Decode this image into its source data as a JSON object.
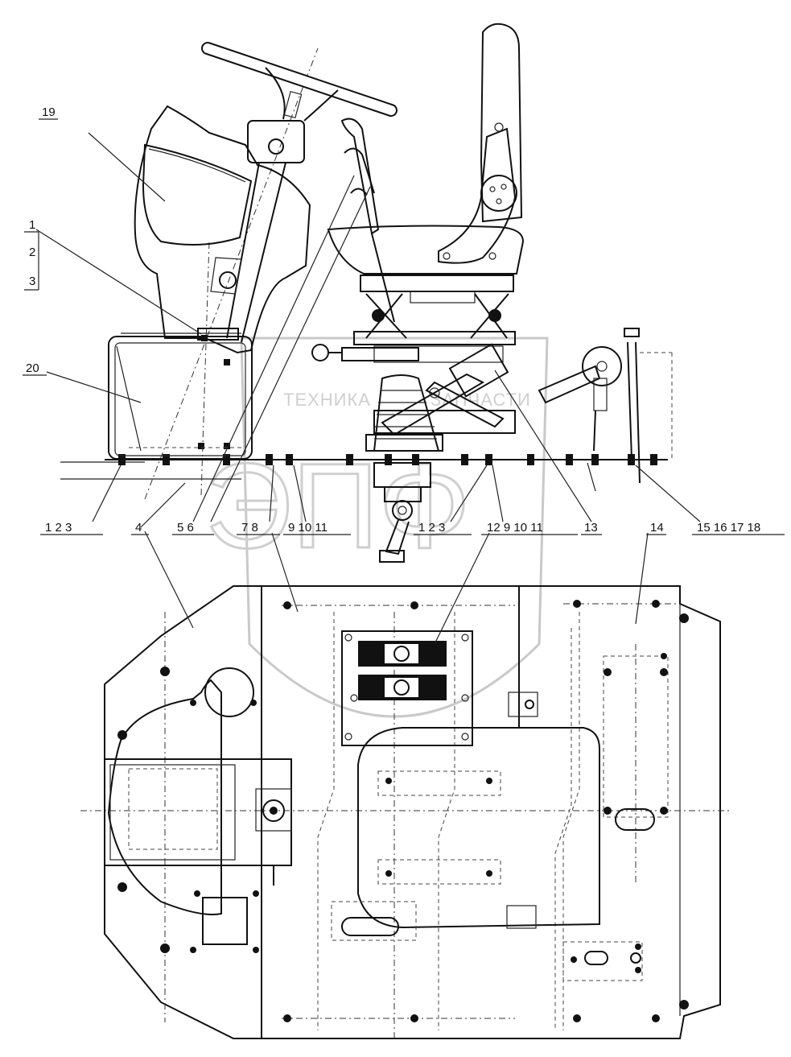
{
  "watermark": {
    "line1_left": "ТЕХНИКА",
    "line1_right": "ЗАПЧАСТИ",
    "logo": "ЭПФ"
  },
  "callouts": {
    "c19": "19",
    "c1_top": "1",
    "c2_top": "2",
    "c3_top": "3",
    "c20": "20",
    "g1": "1 2 3",
    "c4": "4",
    "g2": "5 6",
    "g3": "7 8",
    "g4": "9 10 11",
    "g5": "1 2 3",
    "g6": "12 9 10 11",
    "c13": "13",
    "c14": "14",
    "g7": "15 16 17 18"
  }
}
